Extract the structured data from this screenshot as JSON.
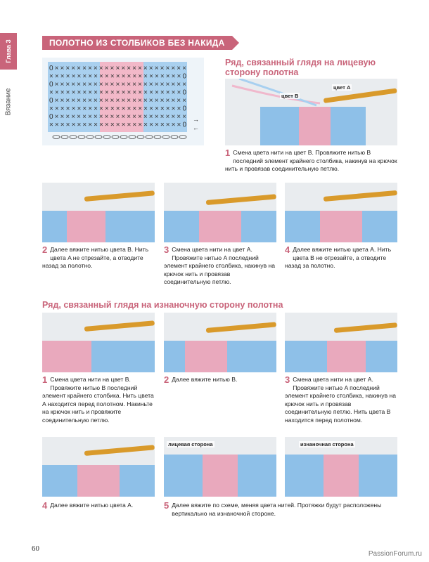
{
  "chapter_tab": "Глава 3",
  "section_side": "Вязание",
  "banner_title": "ПОЛОТНО ИЗ СТОЛБИКОВ БЕЗ НАКИДА",
  "heading_front": "Ряд, связанный глядя на лицевую сторону полотна",
  "heading_back": "Ряд, связанный глядя на изнаночную сторону полотна",
  "diagram": {
    "rows": [
      "0××××××××××××××××××××××××",
      "××××××××××××××××××××××××0",
      "0××××××××××××××××××××××××",
      "××××××××××××××××××××××××0",
      "0××××××××××××××××××××××××",
      "××××××××××××××××××××××××0",
      "0××××××××××××××××××××××××",
      "××××××××××××××××××××××××0"
    ],
    "arrow_right": "→",
    "arrow_left": "←",
    "colors": {
      "blue": "#a9d0ef",
      "pink": "#f2b8c8"
    }
  },
  "photo_labels": {
    "color_b": "цвет B",
    "color_a": "цвет A",
    "front_side": "лицевая сторона",
    "back_side": "изнаночная сторона"
  },
  "front_steps": [
    {
      "num": "1",
      "text": "Смена цвета нити на цвет B. Провяжите нитью B последний элемент крайнего столбика, накинув на крючок нить и провязав соединительную петлю."
    },
    {
      "num": "2",
      "text": "Далее вяжите нитью цвета B. Нить цвета A не отрезайте, а отводите назад за полотно."
    },
    {
      "num": "3",
      "text": "Смена цвета нити на цвет A. Провяжите нитью A последний элемент крайнего столбика, накинув на крючок нить и провязав соединительную петлю."
    },
    {
      "num": "4",
      "text": "Далее вяжите нитью цвета A. Нить цвета B не отрезайте, а отводите назад за полотно."
    }
  ],
  "back_steps": [
    {
      "num": "1",
      "text": "Смена цвета нити на цвет B. Провяжите нитью B последний элемент крайнего столбика. Нить цвета A находится перед полотном. Накиньте на крючок нить и провяжите соединительную петлю."
    },
    {
      "num": "2",
      "text": "Далее вяжите нитью B."
    },
    {
      "num": "3",
      "text": "Смена цвета нити на цвет A. Провяжите нитью A последний элемент крайнего столбика, накинув на крючок нить и провязав соединительную петлю. Нить цвета B находится перед полотном."
    },
    {
      "num": "4",
      "text": "Далее вяжите нитью цвета A."
    },
    {
      "num": "5",
      "text": "Далее вяжите по схеме, меняя цвета нитей. Протяжки будут расположены вертикально на изнаночной стороне."
    }
  ],
  "page_number": "60",
  "watermark": "PassionForum.ru"
}
